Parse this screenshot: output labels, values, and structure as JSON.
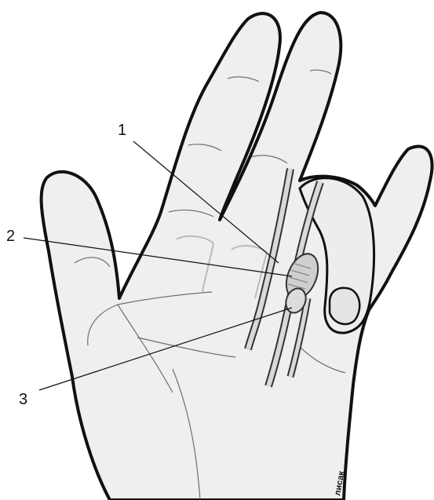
{
  "labels": {
    "one": "1",
    "two": "2",
    "three": "3"
  },
  "signature": "лисак",
  "colors": {
    "outline": "#111111",
    "skin": "#efefef",
    "tendon": "#d9d9d9",
    "nodule": "#cfcfcf"
  }
}
